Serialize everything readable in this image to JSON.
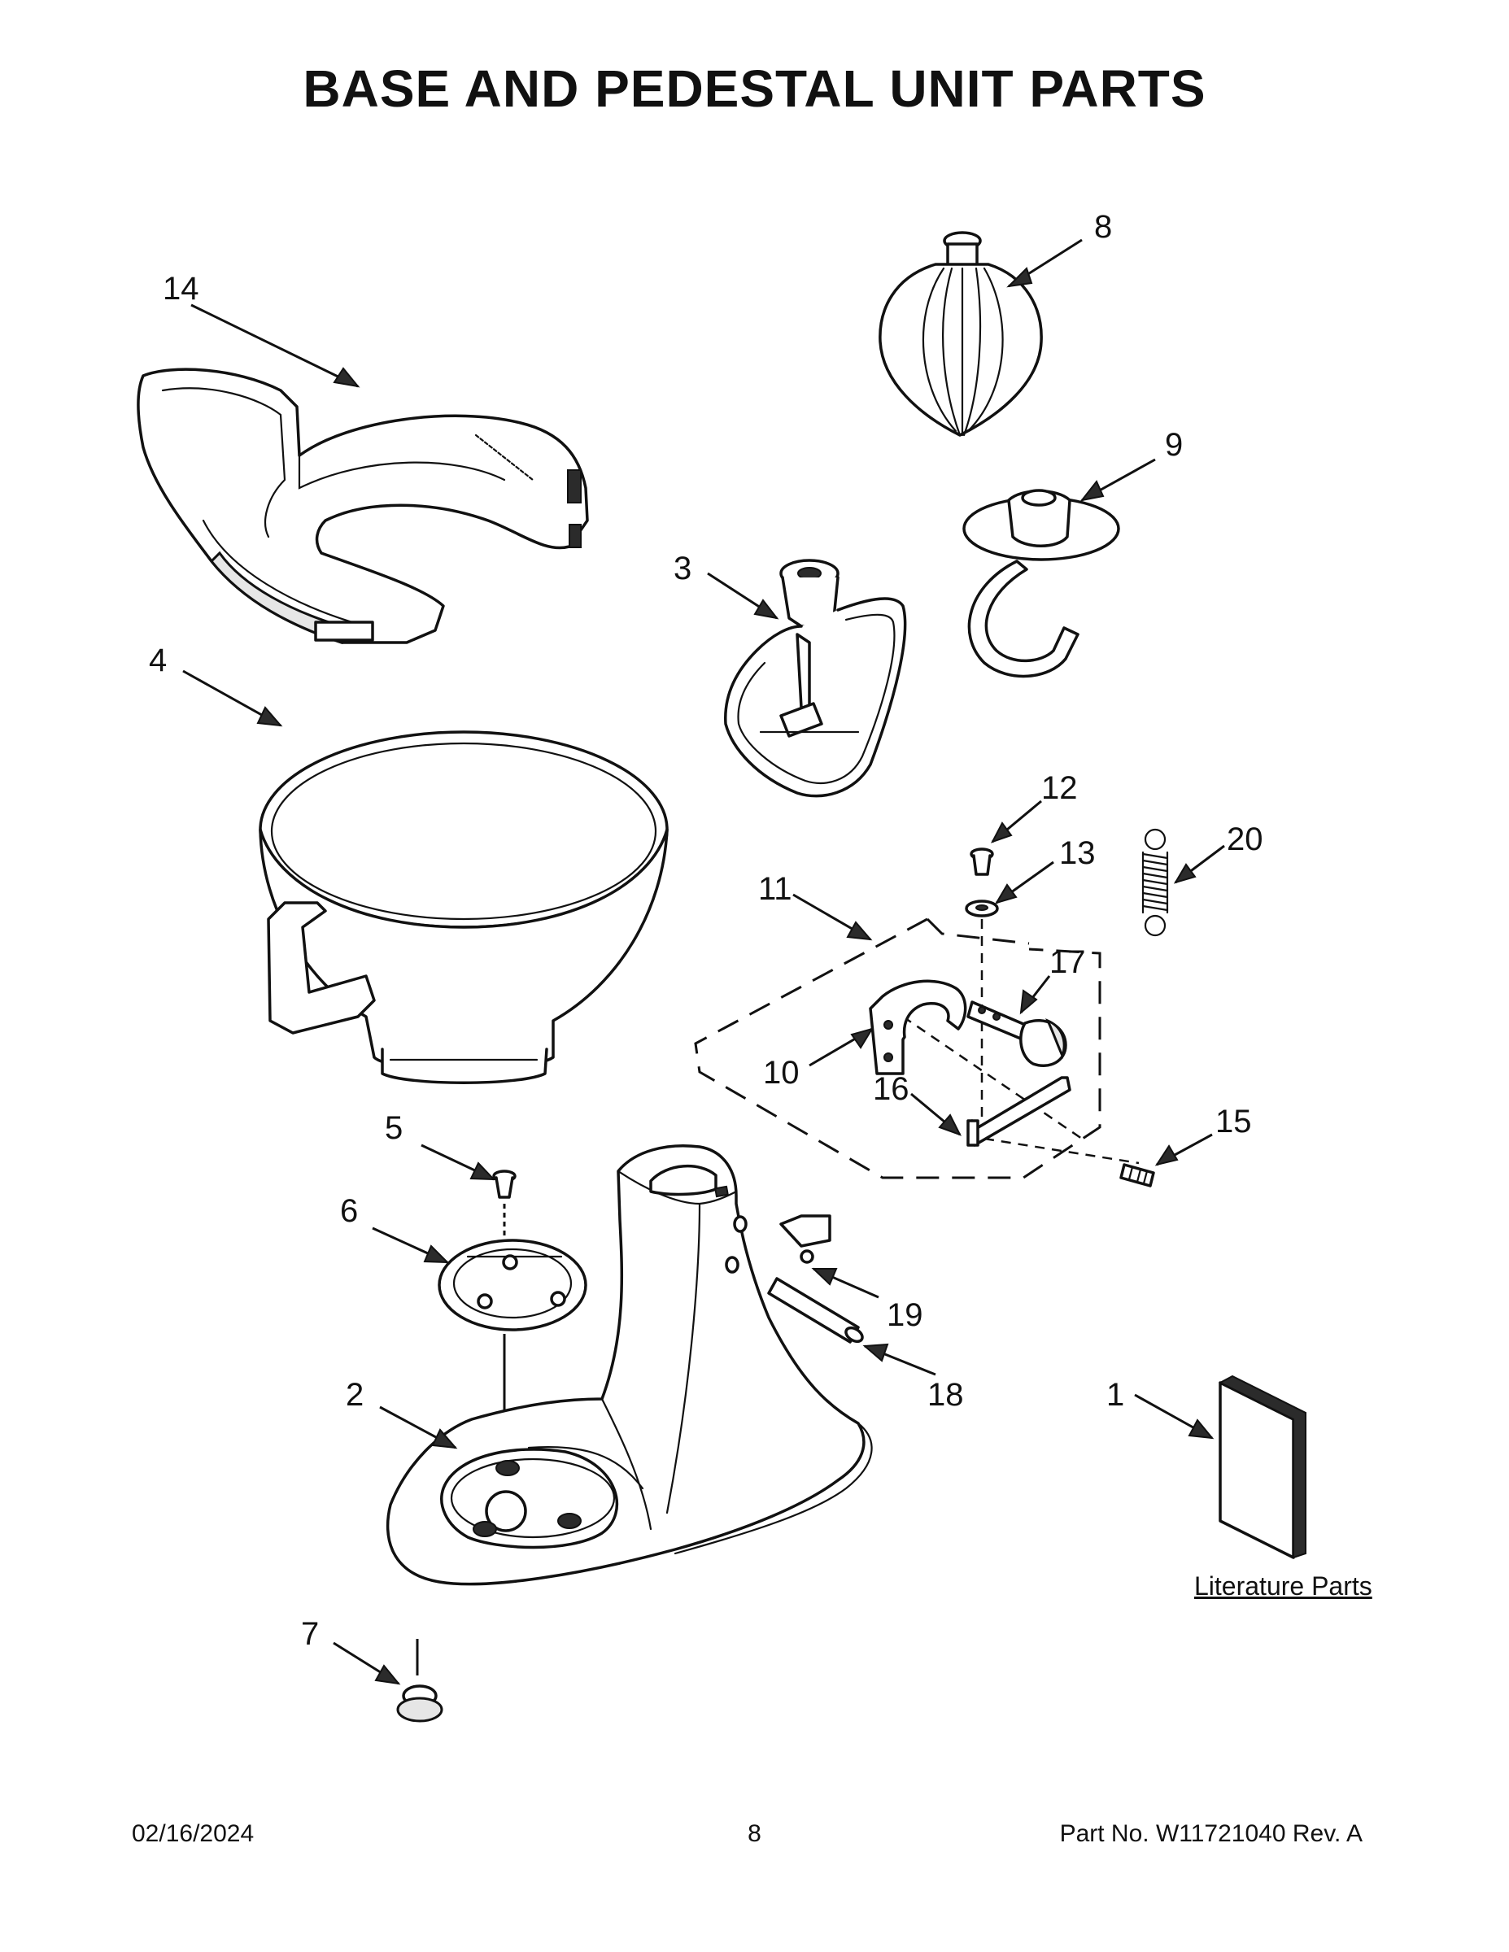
{
  "title": "BASE AND PEDESTAL UNIT PARTS",
  "callouts": [
    {
      "id": "1",
      "label": "1",
      "part": "literature"
    },
    {
      "id": "2",
      "label": "2",
      "part": "pedestal"
    },
    {
      "id": "3",
      "label": "3",
      "part": "flat-beater"
    },
    {
      "id": "4",
      "label": "4",
      "part": "bowl"
    },
    {
      "id": "5",
      "label": "5",
      "part": "screw"
    },
    {
      "id": "6",
      "label": "6",
      "part": "bowl-clamp-plate"
    },
    {
      "id": "7",
      "label": "7",
      "part": "foot"
    },
    {
      "id": "8",
      "label": "8",
      "part": "wire-whip"
    },
    {
      "id": "9",
      "label": "9",
      "part": "dough-hook"
    },
    {
      "id": "10",
      "label": "10",
      "part": "bracket"
    },
    {
      "id": "11",
      "label": "11",
      "part": "lock-assembly"
    },
    {
      "id": "12",
      "label": "12",
      "part": "screw"
    },
    {
      "id": "13",
      "label": "13",
      "part": "washer"
    },
    {
      "id": "14",
      "label": "14",
      "part": "pouring-shield"
    },
    {
      "id": "15",
      "label": "15",
      "part": "pin"
    },
    {
      "id": "16",
      "label": "16",
      "part": "rod"
    },
    {
      "id": "17",
      "label": "17",
      "part": "lever"
    },
    {
      "id": "18",
      "label": "18",
      "part": "hinge-pin"
    },
    {
      "id": "19",
      "label": "19",
      "part": "plug"
    },
    {
      "id": "20",
      "label": "20",
      "part": "spring"
    }
  ],
  "literature_label": "Literature Parts",
  "footer": {
    "date": "02/16/2024",
    "page": "8",
    "part_no": "Part No.  W11721040  Rev.  A"
  }
}
